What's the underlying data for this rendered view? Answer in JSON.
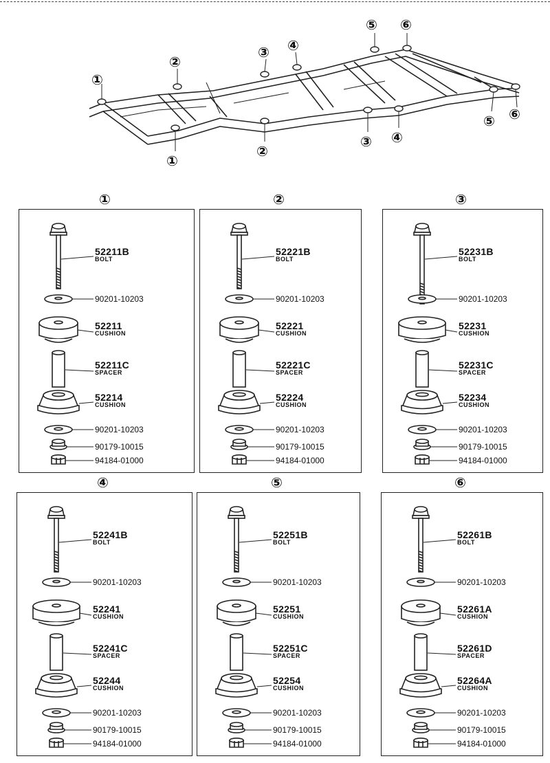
{
  "frame_callouts": [
    "1",
    "2",
    "3",
    "4",
    "5",
    "6"
  ],
  "frame_callout_glyphs": [
    "①",
    "②",
    "③",
    "④",
    "⑤",
    "⑥"
  ],
  "panels": [
    {
      "num": "①",
      "bolt": "52211B",
      "bolt_desc": "BOLT",
      "washer": "90201-10203",
      "cushion": "52211",
      "cushion_desc": "CUSHION",
      "spacer": "52211C",
      "spacer_desc": "SPACER",
      "cushion2": "52214",
      "cushion2_desc": "CUSHION",
      "washer2": "90201-10203",
      "nut": "90179-10015",
      "nut2": "94184-01000"
    },
    {
      "num": "②",
      "bolt": "52221B",
      "bolt_desc": "BOLT",
      "washer": "90201-10203",
      "cushion": "52221",
      "cushion_desc": "CUSHION",
      "spacer": "52221C",
      "spacer_desc": "SPACER",
      "cushion2": "52224",
      "cushion2_desc": "CUSHION",
      "washer2": "90201-10203",
      "nut": "90179-10015",
      "nut2": "94184-01000"
    },
    {
      "num": "③",
      "bolt": "52231B",
      "bolt_desc": "BOLT",
      "washer": "90201-10203",
      "cushion": "52231",
      "cushion_desc": "CUSHION",
      "spacer": "52231C",
      "spacer_desc": "SPACER",
      "cushion2": "52234",
      "cushion2_desc": "CUSHION",
      "washer2": "90201-10203",
      "nut": "90179-10015",
      "nut2": "94184-01000"
    },
    {
      "num": "④",
      "bolt": "52241B",
      "bolt_desc": "BOLT",
      "washer": "90201-10203",
      "cushion": "52241",
      "cushion_desc": "CUSHION",
      "spacer": "52241C",
      "spacer_desc": "SPACER",
      "cushion2": "52244",
      "cushion2_desc": "CUSHION",
      "washer2": "90201-10203",
      "nut": "90179-10015",
      "nut2": "94184-01000"
    },
    {
      "num": "⑤",
      "bolt": "52251B",
      "bolt_desc": "BOLT",
      "washer": "90201-10203",
      "cushion": "52251",
      "cushion_desc": "CUSHION",
      "spacer": "52251C",
      "spacer_desc": "SPACER",
      "cushion2": "52254",
      "cushion2_desc": "CUSHION",
      "washer2": "90201-10203",
      "nut": "90179-10015",
      "nut2": "94184-01000"
    },
    {
      "num": "⑥",
      "bolt": "52261B",
      "bolt_desc": "BOLT",
      "washer": "90201-10203",
      "cushion": "52261A",
      "cushion_desc": "CUSHION",
      "spacer": "52261D",
      "spacer_desc": "SPACER",
      "cushion2": "52264A",
      "cushion2_desc": "CUSHION",
      "washer2": "90201-10203",
      "nut": "90179-10015",
      "nut2": "94184-01000"
    }
  ]
}
